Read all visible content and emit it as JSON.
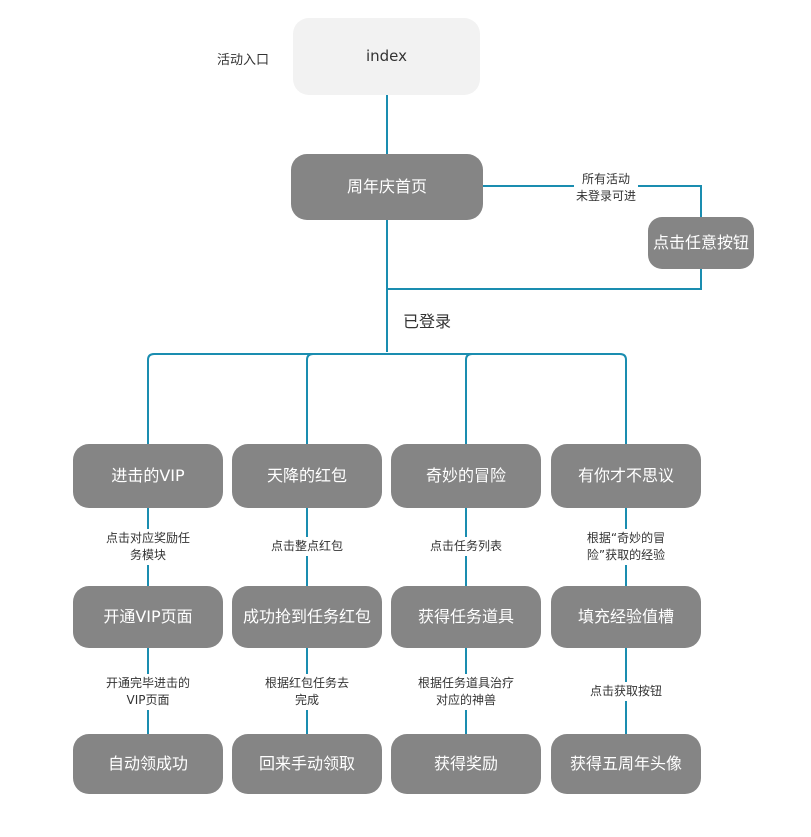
{
  "colors": {
    "line": "#1a8db0",
    "node": "#858585",
    "start_node": "#f2f2f2"
  },
  "start": {
    "note": "活动入口",
    "label": "index"
  },
  "home": {
    "label": "周年庆首页"
  },
  "side": {
    "edge_line1": "所有活动",
    "edge_line2": "未登录可进",
    "button": "点击任意按钮"
  },
  "logged_in": "已登录",
  "columns": [
    {
      "top": "进击的VIP",
      "edge1": [
        "点击对应奖励任",
        "务模块"
      ],
      "mid": "开通VIP页面",
      "edge2": [
        "开通完毕进击的",
        "VIP页面"
      ],
      "bottom": "自动领成功"
    },
    {
      "top": "天降的红包",
      "edge1": [
        "点击整点红包"
      ],
      "mid": "成功抢到任务红包",
      "edge2": [
        "根据红包任务去",
        "完成"
      ],
      "bottom": "回来手动领取"
    },
    {
      "top": "奇妙的冒险",
      "edge1": [
        "点击任务列表"
      ],
      "mid": "获得任务道具",
      "edge2": [
        "根据任务道具治疗",
        "对应的神兽"
      ],
      "bottom": "获得奖励"
    },
    {
      "top": "有你才不思议",
      "edge1": [
        "根据“奇妙的冒",
        "险”获取的经验"
      ],
      "mid": "填充经验值槽",
      "edge2": [
        "点击获取按钮"
      ],
      "bottom": "获得五周年头像"
    }
  ]
}
